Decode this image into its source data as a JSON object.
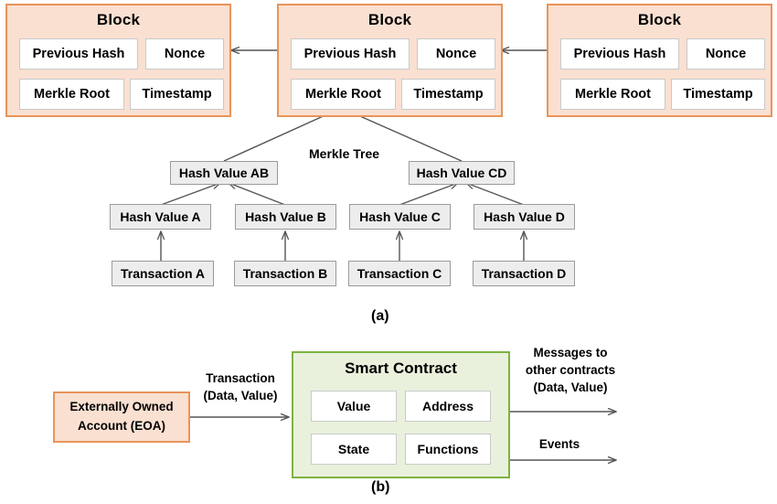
{
  "figure": {
    "caption_a": "(a)",
    "caption_b": "(b)"
  },
  "part_a": {
    "merkle_tree_label": "Merkle Tree",
    "blocks": [
      {
        "title": "Block",
        "fields": [
          "Previous Hash",
          "Nonce",
          "Merkle Root",
          "Timestamp"
        ]
      },
      {
        "title": "Block",
        "fields": [
          "Previous Hash",
          "Nonce",
          "Merkle Root",
          "Timestamp"
        ]
      },
      {
        "title": "Block",
        "fields": [
          "Previous Hash",
          "Nonce",
          "Merkle Root",
          "Timestamp"
        ]
      }
    ],
    "merkle_nodes": {
      "level_1": [
        "Hash Value AB",
        "Hash Value CD"
      ],
      "level_2": [
        "Hash Value A",
        "Hash Value B",
        "Hash Value C",
        "Hash Value D"
      ],
      "transactions": [
        "Transaction A",
        "Transaction B",
        "Transaction C",
        "Transaction D"
      ]
    }
  },
  "part_b": {
    "eoa": {
      "line1": "Externally Owned",
      "line2": "Account (EOA)"
    },
    "contract": {
      "title": "Smart Contract",
      "fields": [
        "Value",
        "Address",
        "State",
        "Functions"
      ]
    },
    "flows": {
      "input": {
        "line1": "Transaction",
        "line2": "(Data, Value)"
      },
      "output_messages": {
        "line1": "Messages to",
        "line2": "other contracts",
        "line3": "(Data, Value)"
      },
      "output_events": {
        "line1": "Events"
      }
    }
  },
  "colors": {
    "block_fill": "#fae0d1",
    "block_border": "#e8945a",
    "node_fill": "#ededed",
    "node_border": "#9a9a9a",
    "contract_fill": "#e9f1dd",
    "contract_border": "#7cb342",
    "field_fill": "#ffffff",
    "arrow": "#555555"
  }
}
